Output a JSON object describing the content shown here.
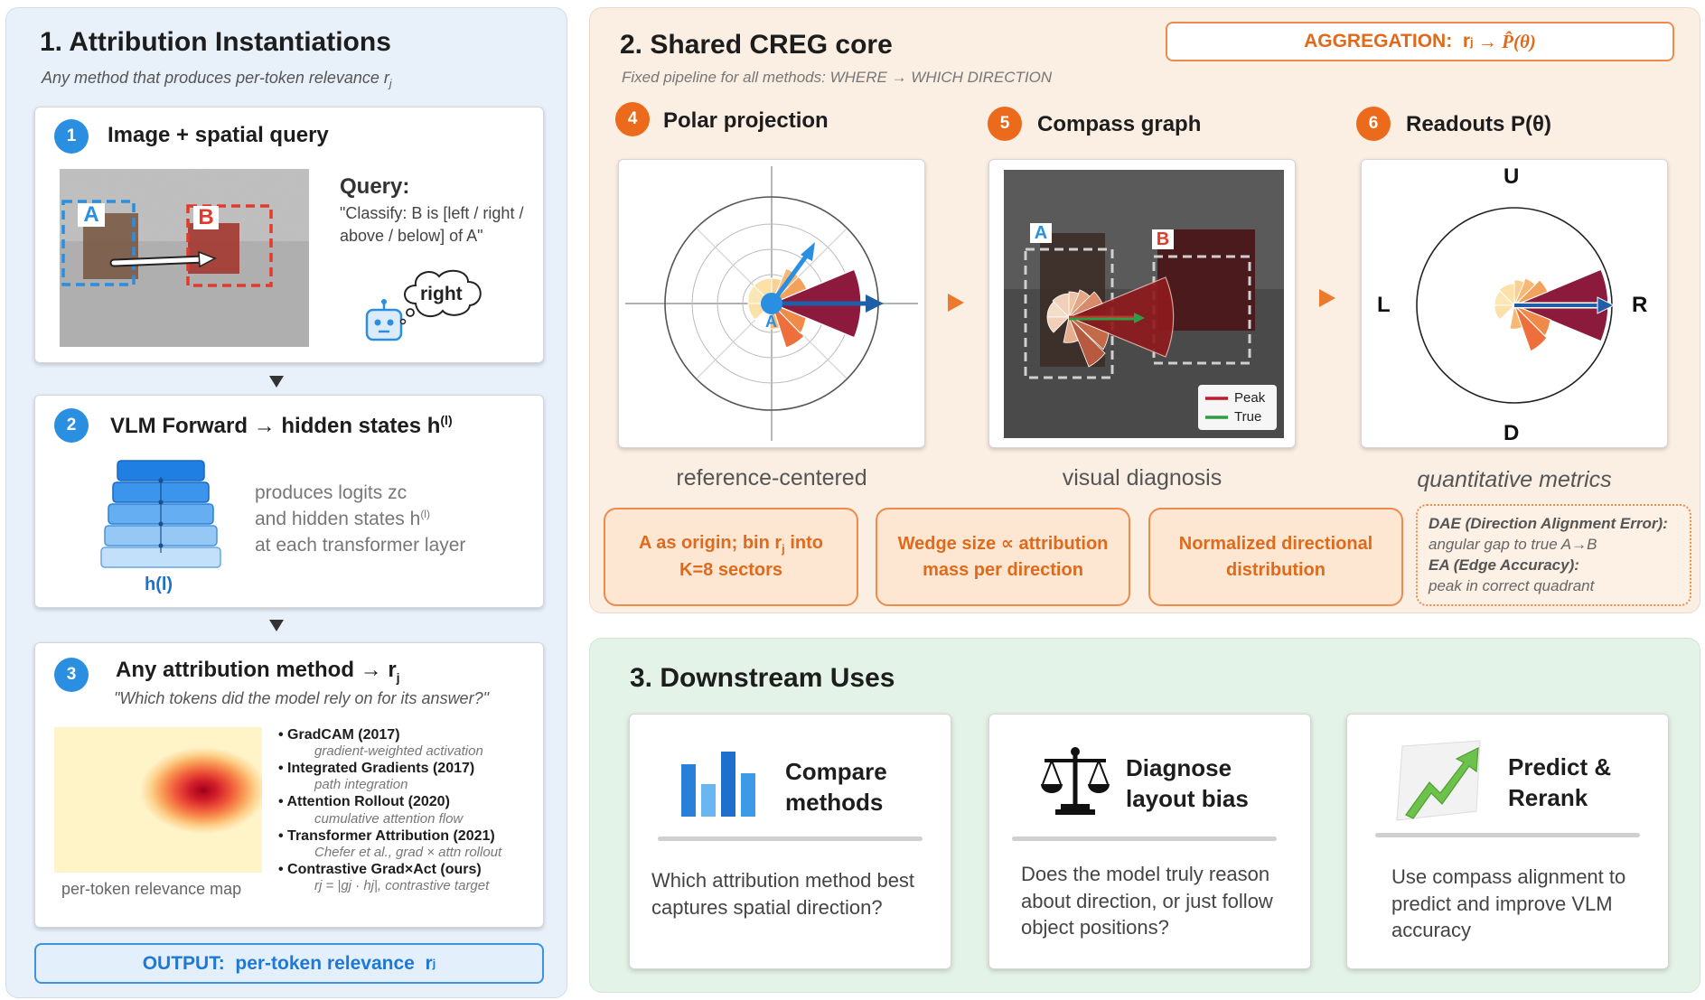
{
  "section1": {
    "title": "1. Attribution Instantiations",
    "subtitle": "Any method that produces per-token relevance r",
    "subtitle_sub": "j",
    "step1": {
      "badge": "1",
      "title": "Image + spatial query",
      "box_a": "A",
      "box_b": "B",
      "query_label": "Query:",
      "query_text": "\"Classify: B is [left / right / above / below] of A\"",
      "bubble": "right"
    },
    "step2": {
      "badge": "2",
      "title_prefix": "VLM Forward",
      "title_suffix": "hidden states h",
      "title_sup": "(l)",
      "stack_label": "h(l)",
      "desc_line1": "produces logits zc",
      "desc_line2": "and hidden states h",
      "desc_line2_sup": "(l)",
      "desc_line3": "at each transformer layer"
    },
    "step3": {
      "badge": "3",
      "title_prefix": "Any attribution method",
      "title_suffix": "r",
      "title_sub": "j",
      "question": "\"Which tokens did the model rely on for its answer?\"",
      "map_caption": "per-token relevance map",
      "methods": [
        {
          "name": "GradCAM (2017)",
          "note": "gradient-weighted activation"
        },
        {
          "name": "Integrated Gradients (2017)",
          "note": "path integration"
        },
        {
          "name": "Attention Rollout (2020)",
          "note": "cumulative attention flow"
        },
        {
          "name": "Transformer Attribution (2021)",
          "note": "Chefer et al., grad × attn rollout"
        },
        {
          "name": "Contrastive Grad×Act (ours)",
          "note": "rj = |gj · hj|, contrastive target"
        }
      ]
    },
    "output_prefix": "OUTPUT:  per-token relevance  r",
    "output_sub": "j"
  },
  "section2": {
    "title": "2. Shared CREG core",
    "subtitle": "Fixed pipeline for all methods: WHERE → WHICH DIRECTION",
    "aggregation_prefix": "AGGREGATION:  r",
    "aggregation_sub": "j",
    "aggregation_suffix": " → P̂(θ)",
    "step4": {
      "badge": "4",
      "title": "Polar projection",
      "caption": "reference-centered",
      "origin_label": "A"
    },
    "step5": {
      "badge": "5",
      "title": "Compass graph",
      "caption": "visual diagnosis",
      "label_a": "A",
      "label_b": "B",
      "legend": [
        "Peak",
        "True"
      ]
    },
    "step6": {
      "badge": "6",
      "title": "Readouts P(θ)",
      "caption": "quantitative metrics",
      "dirs": {
        "up": "U",
        "down": "D",
        "left": "L",
        "right": "R"
      }
    },
    "boxes": [
      {
        "line1a": "A as origin; bin r",
        "line1sub": "j",
        "line1b": " into",
        "line2": "K=8 sectors"
      },
      {
        "text": "Wedge size ∝ attribution mass per direction"
      },
      {
        "text": "Normalized directional distribution"
      }
    ],
    "metrics": {
      "dae_title": "DAE (Direction Alignment Error):",
      "dae_desc": "angular gap to true A→B",
      "ea_title": "EA (Edge Accuracy):",
      "ea_desc": "peak in correct quadrant"
    }
  },
  "section3": {
    "title": "3. Downstream Uses",
    "cards": [
      {
        "title": "Compare methods",
        "text": "Which attribution method best captures spatial direction?"
      },
      {
        "title": "Diagnose layout bias",
        "text": "Does the model truly reason about direction, or just follow object positions?"
      },
      {
        "title": "Predict & Rerank",
        "text": "Use compass alignment to predict and improve VLM accuracy"
      }
    ]
  },
  "colors": {
    "blue_panel": "#e8f0fa",
    "orange_panel": "#fbeee3",
    "green_panel": "#e4f3e7",
    "badge_blue": "#2a8fe0",
    "badge_orange": "#ec6a1c",
    "peak": "#8b1a3c",
    "true": "#2e9e44"
  }
}
